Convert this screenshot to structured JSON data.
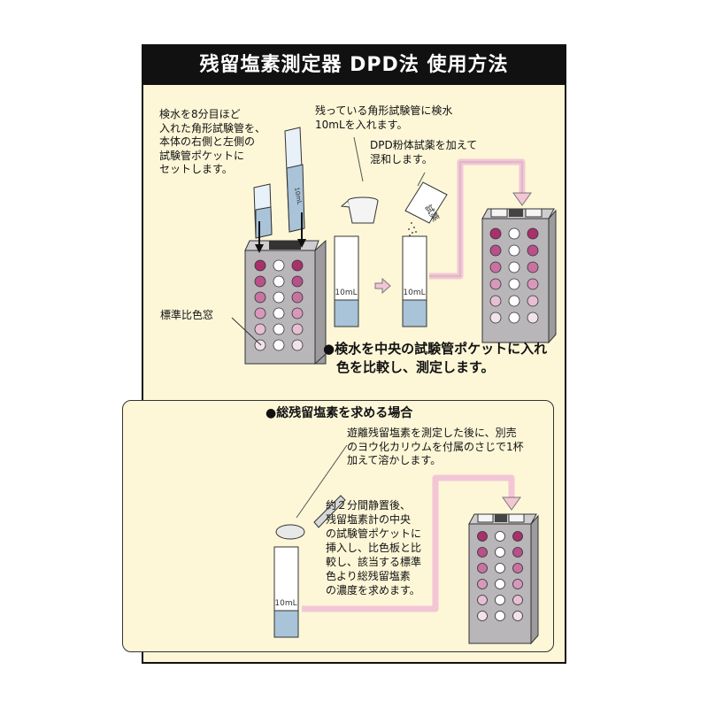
{
  "title": "残留塩素測定器 DPD法 使用方法",
  "step1": {
    "text": "検水を8分目ほど\n入れた角形試験管を、\n本体の右側と左側の\n試験管ポケットに\nセットします。"
  },
  "step2": {
    "text": "残っている角形試験管に検水\n10mLを入れます。"
  },
  "step3": {
    "text": "DPD粉体試薬を加えて\n混和します。"
  },
  "label_window": "標準比色窓",
  "step4": {
    "text": "●検水を中央の試験管ポケットに入れ\n　色を比較し、測定します。"
  },
  "tube_label": "10mL",
  "tube_scale": "10mL",
  "reagent_label": "試薬",
  "total": {
    "title": "●総残留塩素を求める場合",
    "text1": "遊離残留塩素を測定した後に、別売\nのヨウ化カリウムを付属のさじで1杯\n加えて溶かします。",
    "text2": "約２分間静置後、\n残留塩素計の中央\nの試験管ポケットに\n挿入し、比色板と比\n較し、該当する標準\n色より総残留塩素\nの濃度を求めます。"
  },
  "colors": {
    "frame_bg": "#fdf7d8",
    "title_bg": "#111111",
    "arrow_pink": "#f3c6d6",
    "water_blue": "#a9c3d8",
    "device_gray": "#b8b6b8",
    "dot_magenta": "#b0407a"
  }
}
